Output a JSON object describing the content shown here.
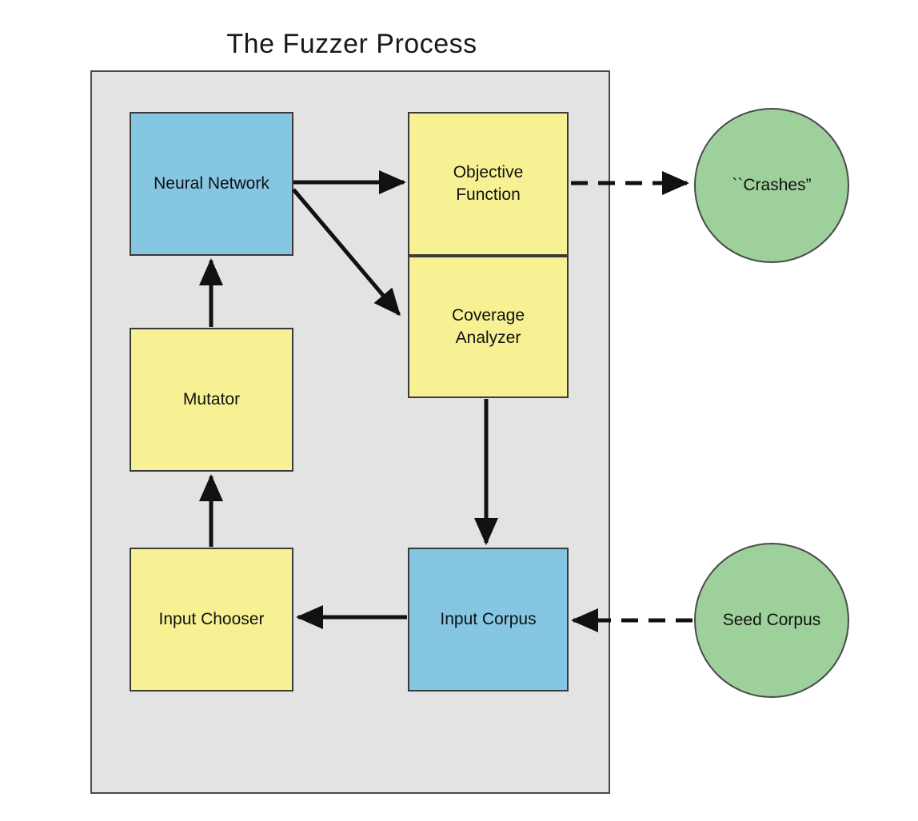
{
  "diagram": {
    "title": "The Fuzzer Process",
    "nodes": {
      "neural_network": {
        "label": "Neural Network",
        "shape": "rect",
        "color": "#85c6e3"
      },
      "objective_function": {
        "label": "Objective Function",
        "shape": "rect",
        "color": "#f8f194"
      },
      "coverage_analyzer": {
        "label": "Coverage Analyzer",
        "shape": "rect",
        "color": "#f8f194"
      },
      "mutator": {
        "label": "Mutator",
        "shape": "rect",
        "color": "#f8f194"
      },
      "input_chooser": {
        "label": "Input Chooser",
        "shape": "rect",
        "color": "#f8f194"
      },
      "input_corpus": {
        "label": "Input Corpus",
        "shape": "rect",
        "color": "#85c6e3"
      },
      "crashes": {
        "label": "``Crashes”",
        "shape": "circle",
        "color": "#9ed09b"
      },
      "seed_corpus": {
        "label": "Seed Corpus",
        "shape": "circle",
        "color": "#9ed09b"
      }
    },
    "edges": [
      {
        "from": "neural_network",
        "to": "objective_function",
        "style": "solid"
      },
      {
        "from": "neural_network",
        "to": "coverage_analyzer",
        "style": "solid"
      },
      {
        "from": "objective_function",
        "to": "crashes",
        "style": "dashed"
      },
      {
        "from": "coverage_analyzer",
        "to": "input_corpus",
        "style": "solid"
      },
      {
        "from": "input_corpus",
        "to": "input_chooser",
        "style": "solid"
      },
      {
        "from": "seed_corpus",
        "to": "input_corpus",
        "style": "dashed"
      },
      {
        "from": "input_chooser",
        "to": "mutator",
        "style": "solid"
      },
      {
        "from": "mutator",
        "to": "neural_network",
        "style": "solid"
      }
    ],
    "colors": {
      "container_fill": "#e3e3e3",
      "rect_blue": "#85c6e3",
      "rect_yellow": "#f8f194",
      "circle_green": "#9ed09b",
      "stroke": "#111111",
      "background": "#ffffff"
    }
  }
}
